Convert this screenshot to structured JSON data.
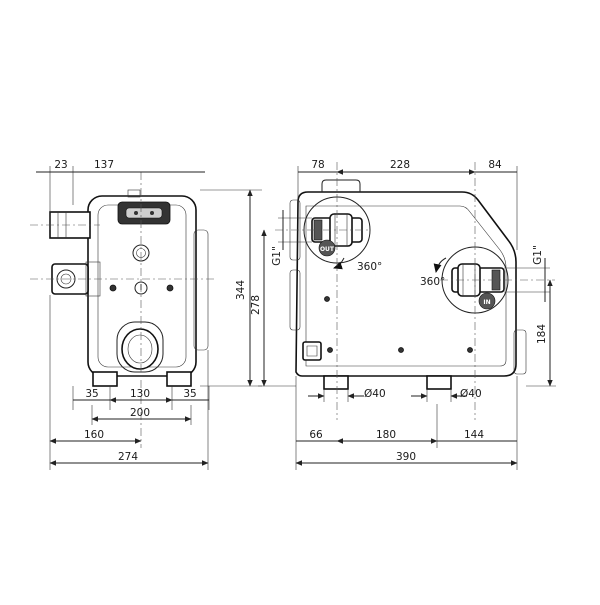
{
  "front_view": {
    "dims": {
      "d23": "23",
      "d137": "137",
      "d344": "344",
      "d35_left": "35",
      "d130": "130",
      "d35_right": "35",
      "d200": "200",
      "d160": "160",
      "d274": "274"
    }
  },
  "side_view": {
    "dims": {
      "d78": "78",
      "d228": "228",
      "d84": "84",
      "g1_out": "G1\"",
      "g1_in": "G1\"",
      "d278": "278",
      "d184": "184",
      "dia40_left": "Ø40",
      "dia40_right": "Ø40",
      "d66": "66",
      "d180": "180",
      "d144": "144",
      "d390": "390"
    },
    "rotation_out": "360°",
    "rotation_in": "360°",
    "badge_out": "OUT",
    "badge_in": "IN"
  }
}
